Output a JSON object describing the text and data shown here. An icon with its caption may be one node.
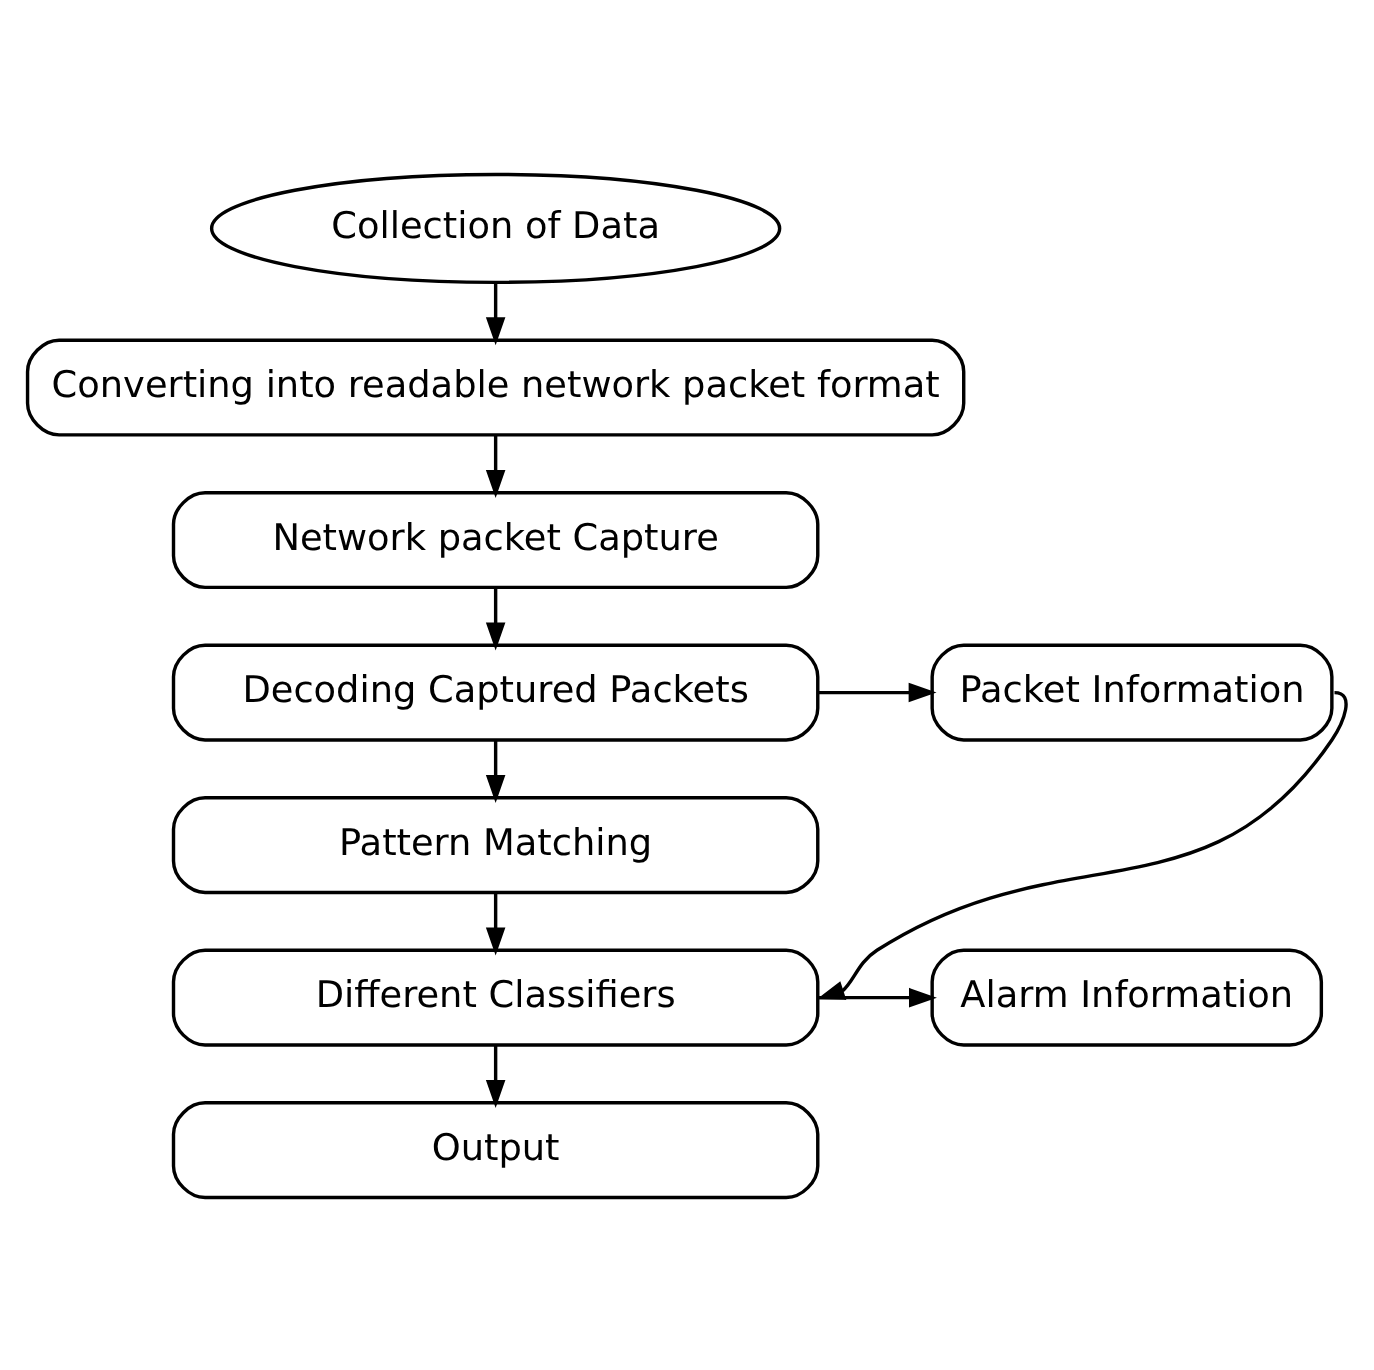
{
  "diagram": {
    "nodes": [
      {
        "text": [
          "Collection of Data"
        ]
      },
      {
        "text": [
          "Converting into readable network packet format"
        ]
      },
      {
        "text": [
          "Network packet Capture"
        ]
      },
      {
        "text": [
          "Decoding Captured Packets"
        ]
      },
      {
        "text": [
          "Packet Information"
        ]
      },
      {
        "text": [
          "Pattern Matching"
        ]
      },
      {
        "text": [
          "Different Classifiers"
        ]
      },
      {
        "text": [
          "Alarm Information"
        ]
      },
      {
        "text": [
          "Output"
        ]
      }
    ],
    "edges": [
      {
        "from": 0,
        "to": 1,
        "arrow": "to"
      },
      {
        "from": 1,
        "to": 2,
        "arrow": "to"
      },
      {
        "from": 2,
        "to": 3,
        "arrow": "to"
      },
      {
        "from": 3,
        "to": 4,
        "arrow": "to"
      },
      {
        "from": 3,
        "to": 5,
        "arrow": "to"
      },
      {
        "from": 5,
        "to": 6,
        "arrow": "to"
      },
      {
        "from": 6,
        "to": 7,
        "arrow": "to"
      },
      {
        "from": 6,
        "to": 8,
        "arrow": "to"
      },
      {
        "from": 4,
        "to": 6,
        "arrow": "to"
      }
    ]
  }
}
